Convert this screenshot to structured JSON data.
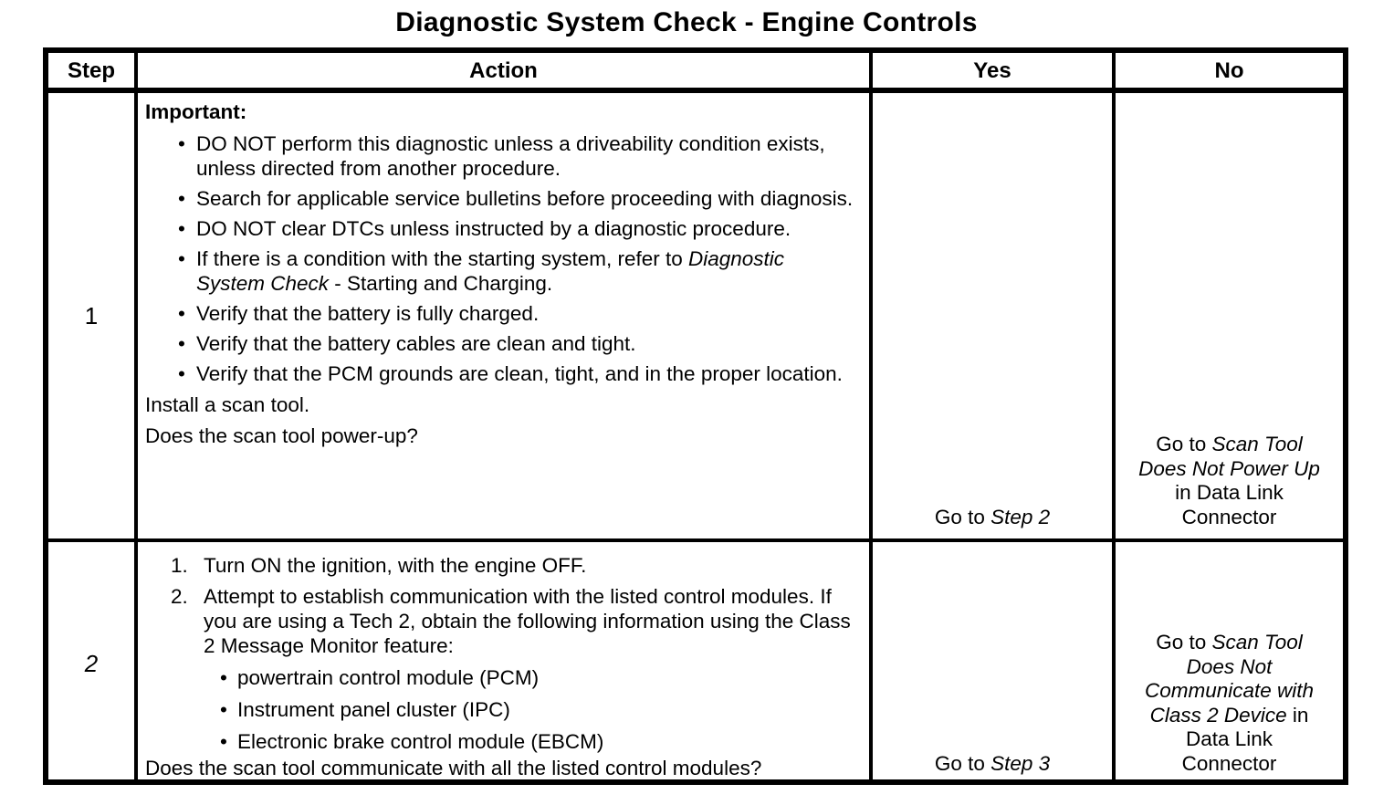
{
  "title": "Diagnostic System Check - Engine Controls",
  "bullet_glyph": "•",
  "headers": {
    "step": "Step",
    "action": "Action",
    "yes": "Yes",
    "no": "No"
  },
  "row1": {
    "step": "1",
    "important": "Important:",
    "bullets": [
      "DO NOT perform this diagnostic unless a driveability condition exists, unless directed from another procedure.",
      "Search for applicable service bulletins before proceeding with diagnosis.",
      "DO NOT clear DTCs unless instructed by a diagnostic procedure."
    ],
    "bullet_refer": {
      "pre": "If there is a condition with the starting system, refer to ",
      "italic": "Diagnostic System Check",
      "post": " - Starting and Charging."
    },
    "bullets2": [
      "Verify that the battery is fully charged.",
      "Verify that the battery cables are clean and tight.",
      "Verify that the PCM grounds are clean, tight, and in the proper location."
    ],
    "install": "Install a scan tool.",
    "question": "Does the scan tool power-up?",
    "yes": {
      "pre": "Go to ",
      "italic": "Step 2"
    },
    "no": {
      "l1pre": "Go to ",
      "l1it": "Scan Tool",
      "l2it": "Does Not Power Up",
      "l3": "in Data Link",
      "l4": "Connector"
    }
  },
  "row2": {
    "step": "2",
    "items": [
      {
        "num": "1.",
        "text": "Turn ON the ignition, with the engine OFF."
      },
      {
        "num": "2.",
        "text": "Attempt to establish communication with the listed control modules. If you are using a Tech 2, obtain the following information using the Class 2 Message Monitor feature:"
      }
    ],
    "modules": [
      "powertrain control module (PCM)",
      "Instrument panel cluster (IPC)",
      "Electronic brake control module (EBCM)"
    ],
    "question": "Does the scan tool communicate with all the listed control modules?",
    "yes": {
      "pre": "Go to ",
      "italic": "Step 3"
    },
    "no": {
      "l1pre": "Go to ",
      "l1it": "Scan Tool",
      "l2it": "Does Not",
      "l3it": "Communicate with",
      "l4it": "Class 2 Device",
      "l4post": " in",
      "l5": "Data Link",
      "l6": "Connector"
    }
  }
}
